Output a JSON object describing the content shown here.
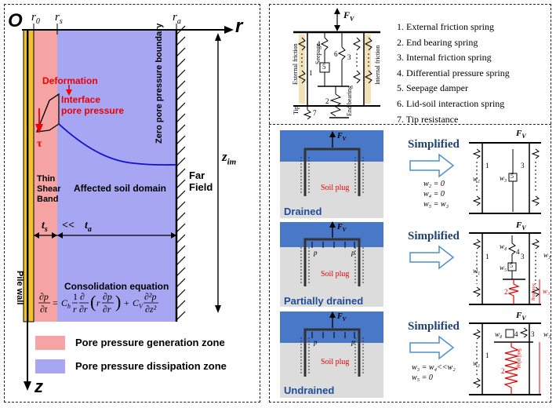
{
  "left": {
    "origin": "O",
    "r_axis": "r",
    "z_axis": "z",
    "r0": "r",
    "r0_sub": "0",
    "rs": "r",
    "rs_sub": "s",
    "ra": "r",
    "ra_sub": "a",
    "zim": "z",
    "zim_sub": "im",
    "deformation": "Deformation",
    "interface": "Interface",
    "pore_pressure": "pore pressure",
    "tau": "τ",
    "zero_boundary": "Zero pore pressure boundary",
    "far": "Far",
    "field": "Field",
    "thin": "Thin",
    "shear": "Shear",
    "band": "Band",
    "affected": "Affected soil domain",
    "ts": "t",
    "ts_sub": "s",
    "ll": "<<",
    "ta": "t",
    "ta_sub": "a",
    "pile_wall": "Pile wall",
    "consolidation": "Consolidation equation",
    "legend_generation": "Pore pressure  generation zone",
    "legend_dissipation": "Pore pressure  dissipation zone",
    "colors": {
      "generation": "#f6a3a3",
      "dissipation": "#a6a6f3",
      "pile": "#f2c230",
      "curve": "#1010d0"
    }
  },
  "legend_list": {
    "items": [
      "1.  External friction spring",
      "2.  End bearing spring",
      "3.  Internal friction spring",
      "4.  Differential pressure spring",
      "5.  Seepage damper",
      "6.  Lid-soil interaction spring",
      "7.  Tip resistance"
    ]
  },
  "model": {
    "fv": "F",
    "fv_sub": "V",
    "ext_friction": "External friction",
    "int_friction": "Internal friction",
    "seepage": "Seepage",
    "end_bearing": "End bearing",
    "tip": "Tip",
    "n1": "1",
    "n2": "2",
    "n3": "3",
    "n4": "4",
    "n5": "5",
    "n6": "6",
    "n7": "7"
  },
  "cases": [
    {
      "label": "Drained",
      "soil_plug": "Soil plug",
      "simplified": "Simplified",
      "eqs": [
        "w₂ = 0",
        "w₄ = 0",
        "w₅ = w₃"
      ],
      "w1": "w₁",
      "w3": "w₃"
    },
    {
      "label": "Partially drained",
      "soil_plug": "Soil plug",
      "simplified": "Simplified",
      "eqs": [],
      "w1": "w₁",
      "w3": "w₃",
      "w4": "w₄",
      "w5": "w₅",
      "plug": "Soil plug",
      "p": "p"
    },
    {
      "label": "Undrained",
      "soil_plug": "Soil plug",
      "simplified": "Simplified",
      "eqs": [
        "w₃ = w₄<<w₂",
        "w₅ = 0"
      ],
      "w1": "w₁",
      "w3": "w₃",
      "w4": "w₄",
      "plug": "Soil plug",
      "p": "p"
    }
  ]
}
